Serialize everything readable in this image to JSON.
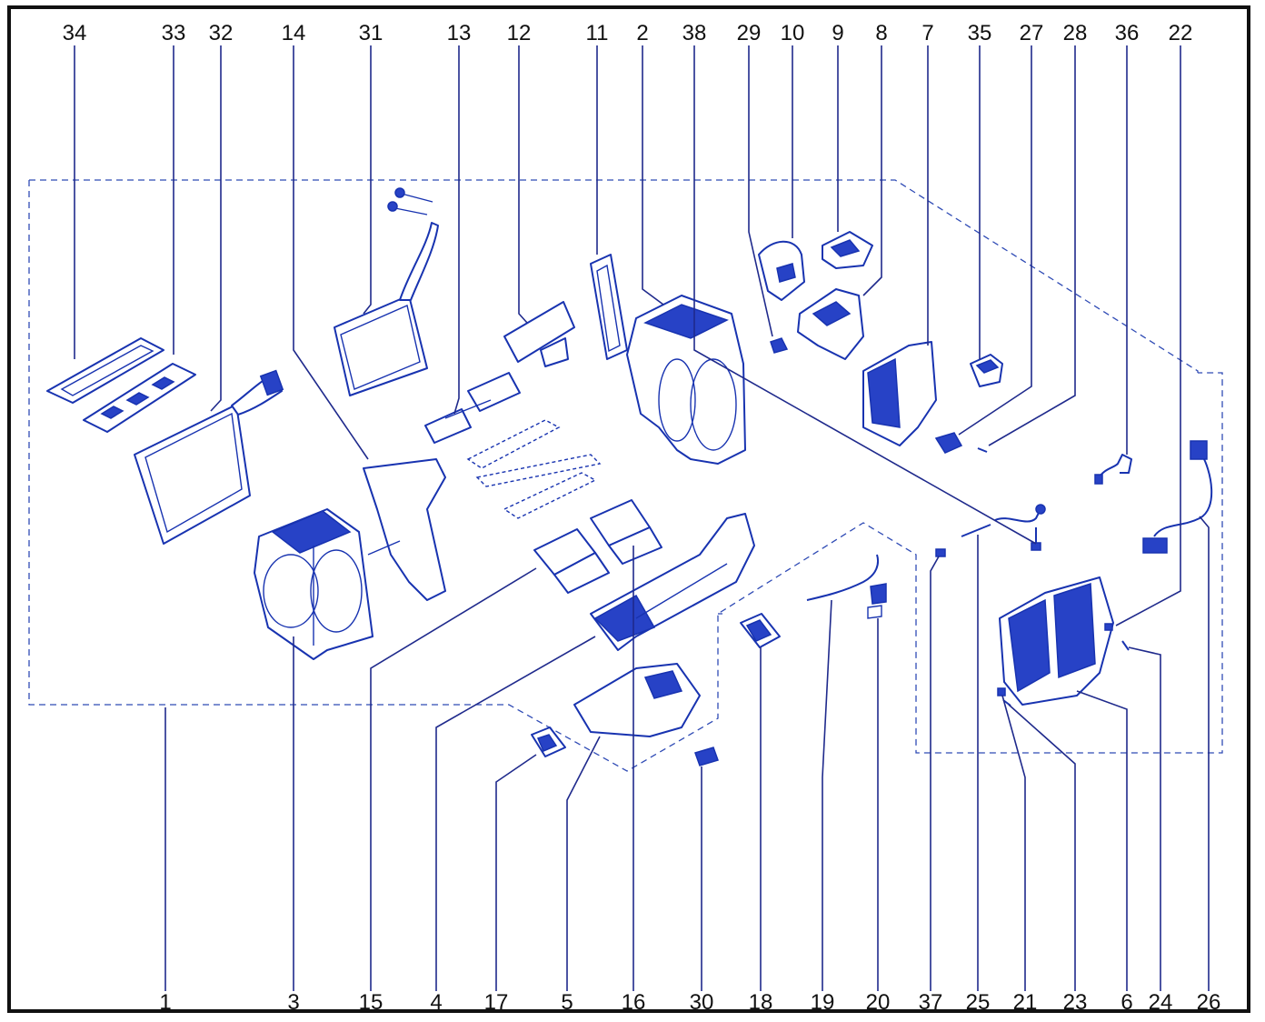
{
  "diagram": {
    "type": "exploded-parts-diagram",
    "colors": {
      "line": "#1833b0",
      "frame": "#111111",
      "text": "#111111",
      "dashed_group": "#2f4bb5"
    },
    "top_callouts": [
      "34",
      "33",
      "32",
      "14",
      "31",
      "13",
      "12",
      "11",
      "2",
      "38",
      "29",
      "10",
      "9",
      "8",
      "7",
      "35",
      "27",
      "28",
      "36",
      "22"
    ],
    "bottom_callouts": [
      "1",
      "3",
      "15",
      "4",
      "17",
      "5",
      "16",
      "30",
      "18",
      "19",
      "20",
      "37",
      "25",
      "21",
      "23",
      "6",
      "24",
      "26"
    ]
  }
}
